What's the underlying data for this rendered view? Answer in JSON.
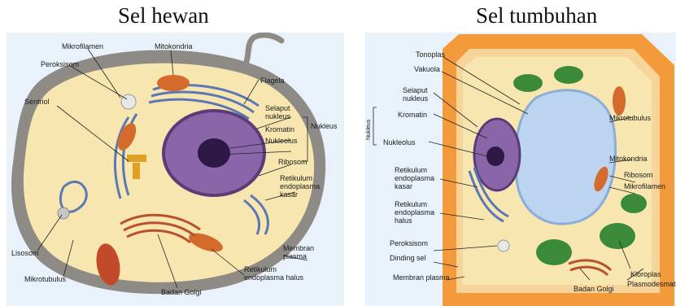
{
  "titles": {
    "animal": "Sel hewan",
    "plant": "Sel tumbuhan"
  },
  "animal_labels": {
    "mikrofilamen": "Mikrofilamen",
    "mitokondria": "Mitokondria",
    "peroksisom": "Peroksisom",
    "flagela": "Flagela",
    "sentriol": "Sentriol",
    "selaput_nukleus_1": "Selaput",
    "selaput_nukleus_2": "nukleus",
    "kromatin": "Kromatin",
    "nukleolus": "Nukleolus",
    "nukleus": "Nukleus",
    "ribosom": "Ribosom",
    "rek_1": "Retikulum",
    "rek_2": "endoplasma",
    "rek_3": "kasar",
    "lisosom": "Lisosom",
    "mikrotubulus": "Mikrotubulus",
    "membran_1": "Membran",
    "membran_2": "plasma",
    "reh_1": "Retikulum",
    "reh_2": "endoplasma halus",
    "badan_golgi": "Badan Golgi"
  },
  "plant_labels": {
    "tonoplas": "Tonoplas",
    "vakuola": "Vakuola",
    "selaput_nukleus_1": "Selaput",
    "selaput_nukleus_2": "nukleus",
    "kromatin": "Kromatin",
    "nukleus_vertical": "Nukleus",
    "nukleolus": "Nukleolus",
    "mikrotubulus": "Mikrotubulus",
    "mitokondria": "Mitokondria",
    "ribosom": "Ribosom",
    "mikrofilamen": "Mikrofilamen",
    "rek_1": "Retikulum",
    "rek_2": "endoplasma",
    "rek_3": "kasar",
    "reh_1": "Retikulum",
    "reh_2": "endoplasma",
    "reh_3": "halus",
    "peroksisom": "Peroksisom",
    "dinding_sel": "Dinding sel",
    "membran_plasma": "Membran plasma",
    "kloroplas": "Kloroplas",
    "plasmodesmata": "Plasmodesmata",
    "badan_golgi": "Badan Golgi"
  },
  "colors": {
    "panel_bg": "#e9f2fa",
    "animal_membrane": "#8e8b86",
    "cytoplasm": "#f7e6b0",
    "nucleus": "#8a65a8",
    "nucleolus": "#2d1846",
    "er": "#5b78b4",
    "mitochondria": "#d56a2d",
    "golgi": "#b7522c",
    "cell_wall": "#f39a3a",
    "vacuole": "#bcd4f0",
    "chloroplast": "#3b8a3a"
  }
}
